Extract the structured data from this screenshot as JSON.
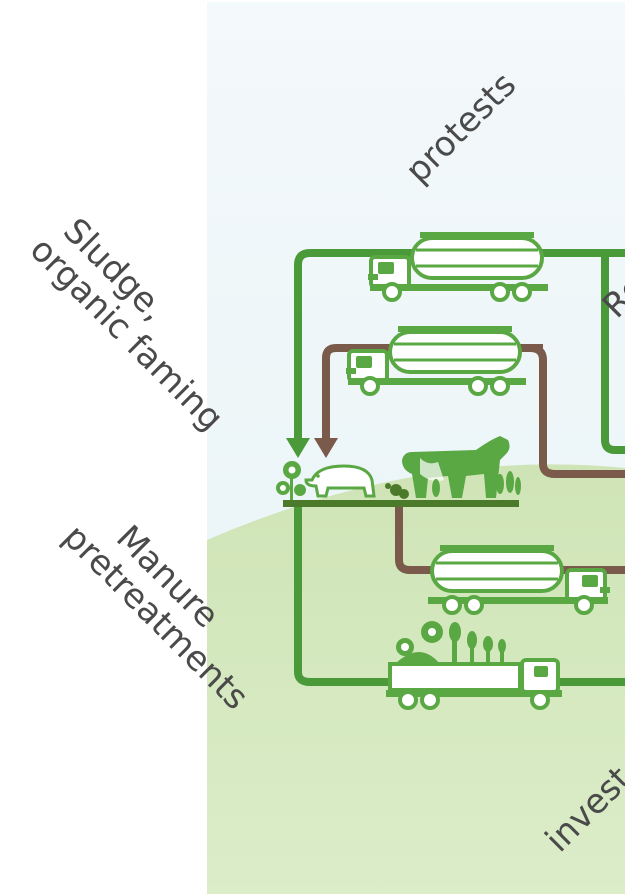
{
  "labels": {
    "protests": "protests",
    "sludge_line1": "Sludge,",
    "sludge_line2": "organic faming",
    "manure_line1": "Manure",
    "manure_line2": "pretreatments",
    "return_partial": "Re",
    "invest_partial": "invest"
  },
  "colors": {
    "panel_sky": "#eef6fa",
    "panel_ground": "#cfe4b6",
    "green_flow": "#4a9a3a",
    "brown_flow": "#7a5a4a",
    "label_text": "#4a4a4a",
    "icon_green": "#5aa844",
    "truck_fill": "#ffffff"
  },
  "icons": [
    "tanker-truck-icon",
    "pig-icon",
    "cow-icon",
    "plants-icon",
    "flatbed-truck-icon",
    "flowers-icon"
  ]
}
